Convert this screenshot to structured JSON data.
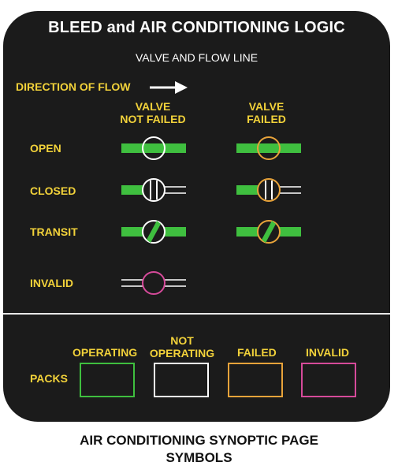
{
  "title": "BLEED and AIR CONDITIONING LOGIC",
  "subtitle": "VALVE AND FLOW LINE",
  "direction_label": "DIRECTION OF FLOW",
  "columns": {
    "valve_not_failed": [
      "VALVE",
      "NOT FAILED"
    ],
    "valve_failed": [
      "VALVE",
      "FAILED"
    ]
  },
  "rows": {
    "open": "OPEN",
    "closed": "CLOSED",
    "transit": "TRANSIT",
    "invalid": "INVALID"
  },
  "packs": {
    "label": "PACKS",
    "operating": "OPERATING",
    "not_operating": [
      "NOT",
      "OPERATING"
    ],
    "failed": "FAILED",
    "invalid": "INVALID"
  },
  "caption": [
    "AIR CONDITIONING SYNOPTIC PAGE",
    "SYMBOLS"
  ],
  "colors": {
    "panel": "#1b1b1b",
    "label_yellow": "#f2d23a",
    "flow_green": "#3fbf3f",
    "valve_white": "#ffffff",
    "failed_amber": "#e8a33a",
    "invalid_magenta": "#d64a9a",
    "operating_green": "#3fbf3f"
  }
}
